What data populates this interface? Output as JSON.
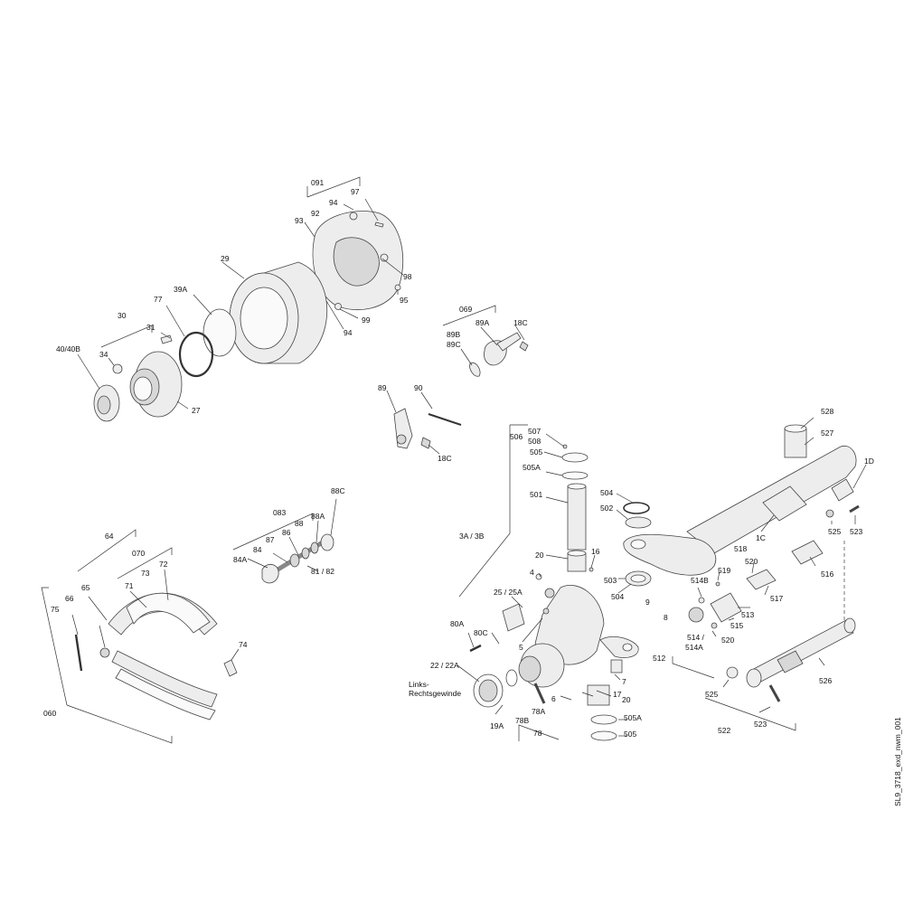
{
  "drawing_id": "SL9_3718_exd_nwm_001",
  "labels": {
    "l091": "091",
    "l97": "97",
    "l94a": "94",
    "l93": "93",
    "l92": "92",
    "l98": "98",
    "l95": "95",
    "l99": "99",
    "l94b": "94",
    "l29": "29",
    "l39A": "39A",
    "l77": "77",
    "l30": "30",
    "l31": "31",
    "l40": "40/40B",
    "l34": "34",
    "l27": "27",
    "l069": "069",
    "l89A": "89A",
    "l18Ca": "18C",
    "l89B": "89B",
    "l89C": "89C",
    "l89": "89",
    "l90": "90",
    "l18Cb": "18C",
    "l528": "528",
    "l527": "527",
    "l507": "507",
    "l508": "508",
    "l506": "506",
    "l505a": "505",
    "l505Aa": "505A",
    "l501": "501",
    "l504a": "504",
    "l502": "502",
    "l1D": "1D",
    "l525a": "525",
    "l523a": "523",
    "l1C": "1C",
    "l3A": "3A / 3B",
    "l20a": "20",
    "l16": "16",
    "l4": "4",
    "l503": "503",
    "l504b": "504",
    "l518": "518",
    "l519": "519",
    "l520a": "520",
    "l514B": "514B",
    "l516": "516",
    "l517": "517",
    "l25": "25 / 25A",
    "l9": "9",
    "l8": "8",
    "l513": "513",
    "l515": "515",
    "l80A": "80A",
    "l80C": "80C",
    "l5": "5",
    "l514": "514 /",
    "l514A": "514A",
    "l520b": "520",
    "l512": "512",
    "l22": "22 / 22A",
    "l7": "7",
    "l526": "526",
    "l_links": "Links-",
    "l_rechts": "Rechtsgewinde",
    "l17": "17",
    "l6": "6",
    "l20b": "20",
    "l525b": "525",
    "l19A": "19A",
    "l78B": "78B",
    "l78A": "78A",
    "l78": "78",
    "l505Ab": "505A",
    "l505b": "505",
    "l523b": "523",
    "l522": "522",
    "l083": "083",
    "l88C": "88C",
    "l88A": "88A",
    "l86": "86",
    "l88": "88",
    "l87": "87",
    "l84": "84",
    "l84A": "84A",
    "l81": "81 / 82",
    "l64": "64",
    "l070": "070",
    "l73": "73",
    "l72": "72",
    "l65": "65",
    "l71": "71",
    "l75": "75",
    "l66": "66",
    "l74": "74",
    "l060": "060"
  }
}
